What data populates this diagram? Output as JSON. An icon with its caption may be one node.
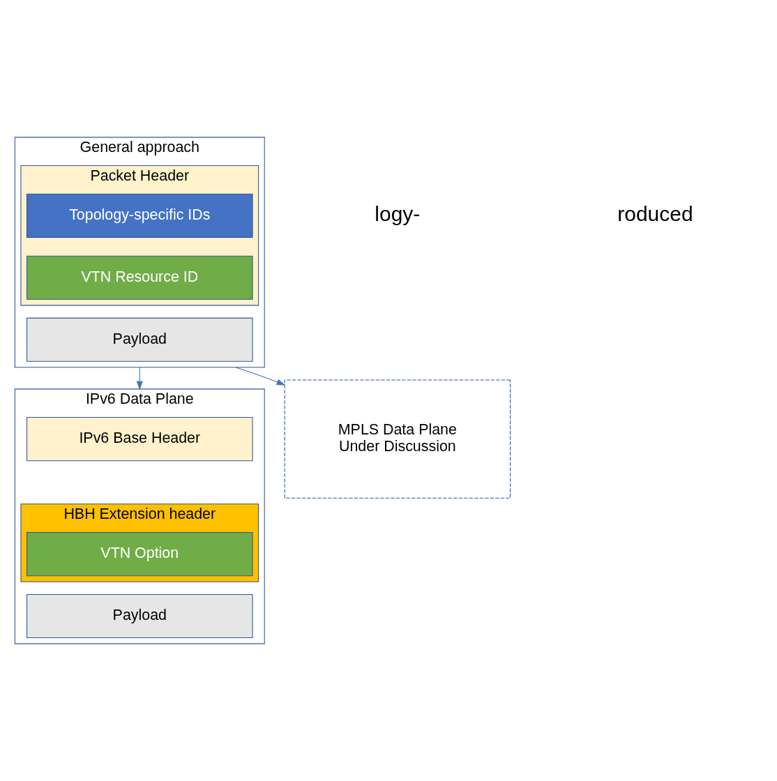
{
  "diagram": {
    "nodes": [
      {
        "text": [
          "General approach"
        ]
      },
      {
        "text": [
          "Packet Header"
        ],
        "in": 0
      },
      {
        "text": [
          "Topology-specific IDs"
        ],
        "in": 1
      },
      {
        "text": [
          "VTN Resource ID"
        ],
        "in": 1
      },
      {
        "text": [
          "Payload"
        ],
        "in": 0
      },
      {
        "text": [
          "IPv6 Data Plane"
        ]
      },
      {
        "text": [
          "IPv6 Base Header"
        ],
        "in": 5
      },
      {
        "text": [
          "HBH Extension header"
        ],
        "in": 5
      },
      {
        "text": [
          "VTN Option"
        ],
        "in": 7
      },
      {
        "text": [
          "Payload"
        ],
        "in": 5
      },
      {
        "text": [
          "MPLS Data Plane",
          "Under Discussion"
        ]
      }
    ],
    "edges": [
      {
        "from": 0,
        "to": 5,
        "arrow": "to",
        "color": "#4472c4"
      },
      {
        "from": 0,
        "to": 10,
        "arrow": "to",
        "color": "#4472c4"
      }
    ],
    "labels": [
      "logy-",
      "roduced"
    ]
  }
}
